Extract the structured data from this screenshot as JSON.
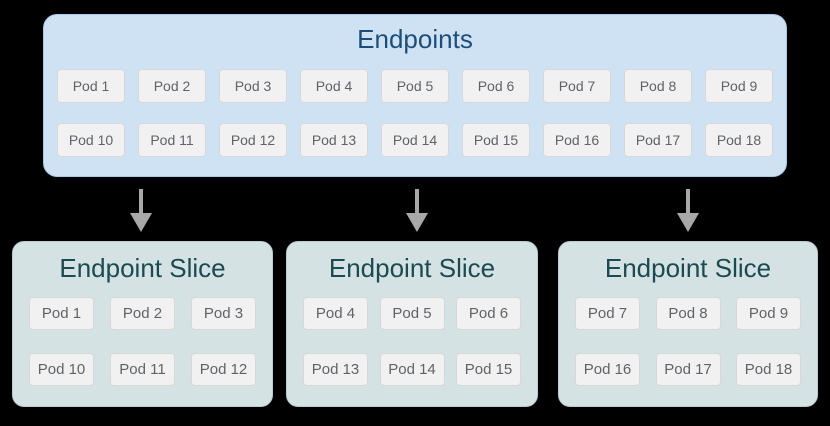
{
  "endpoints_box": {
    "title": "Endpoints",
    "rows": [
      [
        "Pod 1",
        "Pod 2",
        "Pod 3",
        "Pod 4",
        "Pod 5",
        "Pod 6",
        "Pod 7",
        "Pod 8",
        "Pod 9"
      ],
      [
        "Pod 10",
        "Pod 11",
        "Pod 12",
        "Pod 13",
        "Pod 14",
        "Pod 15",
        "Pod 16",
        "Pod 17",
        "Pod 18"
      ]
    ]
  },
  "slices": [
    {
      "title": "Endpoint Slice",
      "rows": [
        [
          "Pod 1",
          "Pod 2",
          "Pod 3"
        ],
        [
          "Pod 10",
          "Pod 11",
          "Pod 12"
        ]
      ]
    },
    {
      "title": "Endpoint Slice",
      "rows": [
        [
          "Pod 4",
          "Pod 5",
          "Pod 6"
        ],
        [
          "Pod 13",
          "Pod 14",
          "Pod 15"
        ]
      ]
    },
    {
      "title": "Endpoint Slice",
      "rows": [
        [
          "Pod 7",
          "Pod 8",
          "Pod 9"
        ],
        [
          "Pod 16",
          "Pod 17",
          "Pod 18"
        ]
      ]
    }
  ],
  "colors": {
    "background": "#000000",
    "endpoints_fill": "#cfe2f4",
    "endpoints_border": "#a9c7e6",
    "endpoints_title_text": "#1d4e78",
    "slice_fill": "#d5e2e4",
    "slice_border": "#b7cdd1",
    "slice_title_text": "#1b4a50",
    "pod_fill": "#f1f1f1",
    "pod_border": "#d8d8d8",
    "pod_text": "#5f6368",
    "arrow": "#a8a8a8"
  }
}
